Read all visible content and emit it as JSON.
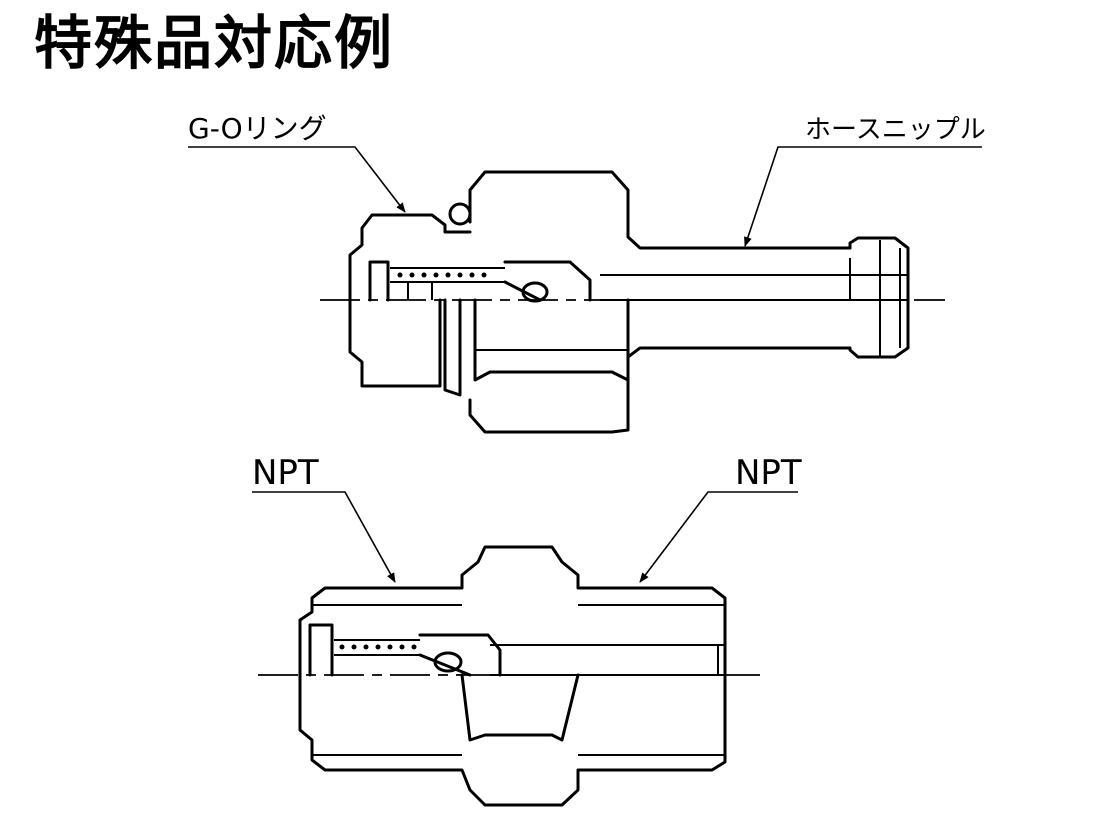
{
  "title": "特殊品対応例",
  "labels": {
    "o_ring": "G-Oリング",
    "hose_nipple": "ホースニップル",
    "npt_left": "NPT",
    "npt_right": "NPT"
  }
}
